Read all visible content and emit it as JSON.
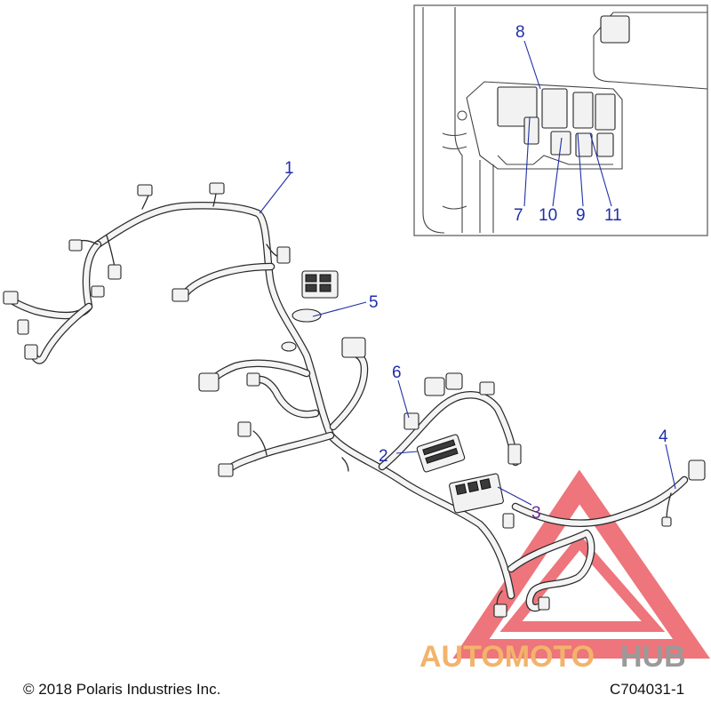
{
  "callouts": {
    "c1": "1",
    "c2": "2",
    "c3": "3",
    "c4": "4",
    "c5": "5",
    "c6": "6",
    "c7": "7",
    "c8": "8",
    "c9": "9",
    "c10": "10",
    "c11": "11"
  },
  "footer": {
    "copyright": "© 2018 Polaris Industries Inc.",
    "part_code": "C704031-1"
  },
  "watermark": {
    "word_a": "AUTOMOTO",
    "word_b": "HUB",
    "color_a": "#f2b36b",
    "color_b": "#9a9a9a",
    "triangle_color": "#e8484f"
  }
}
